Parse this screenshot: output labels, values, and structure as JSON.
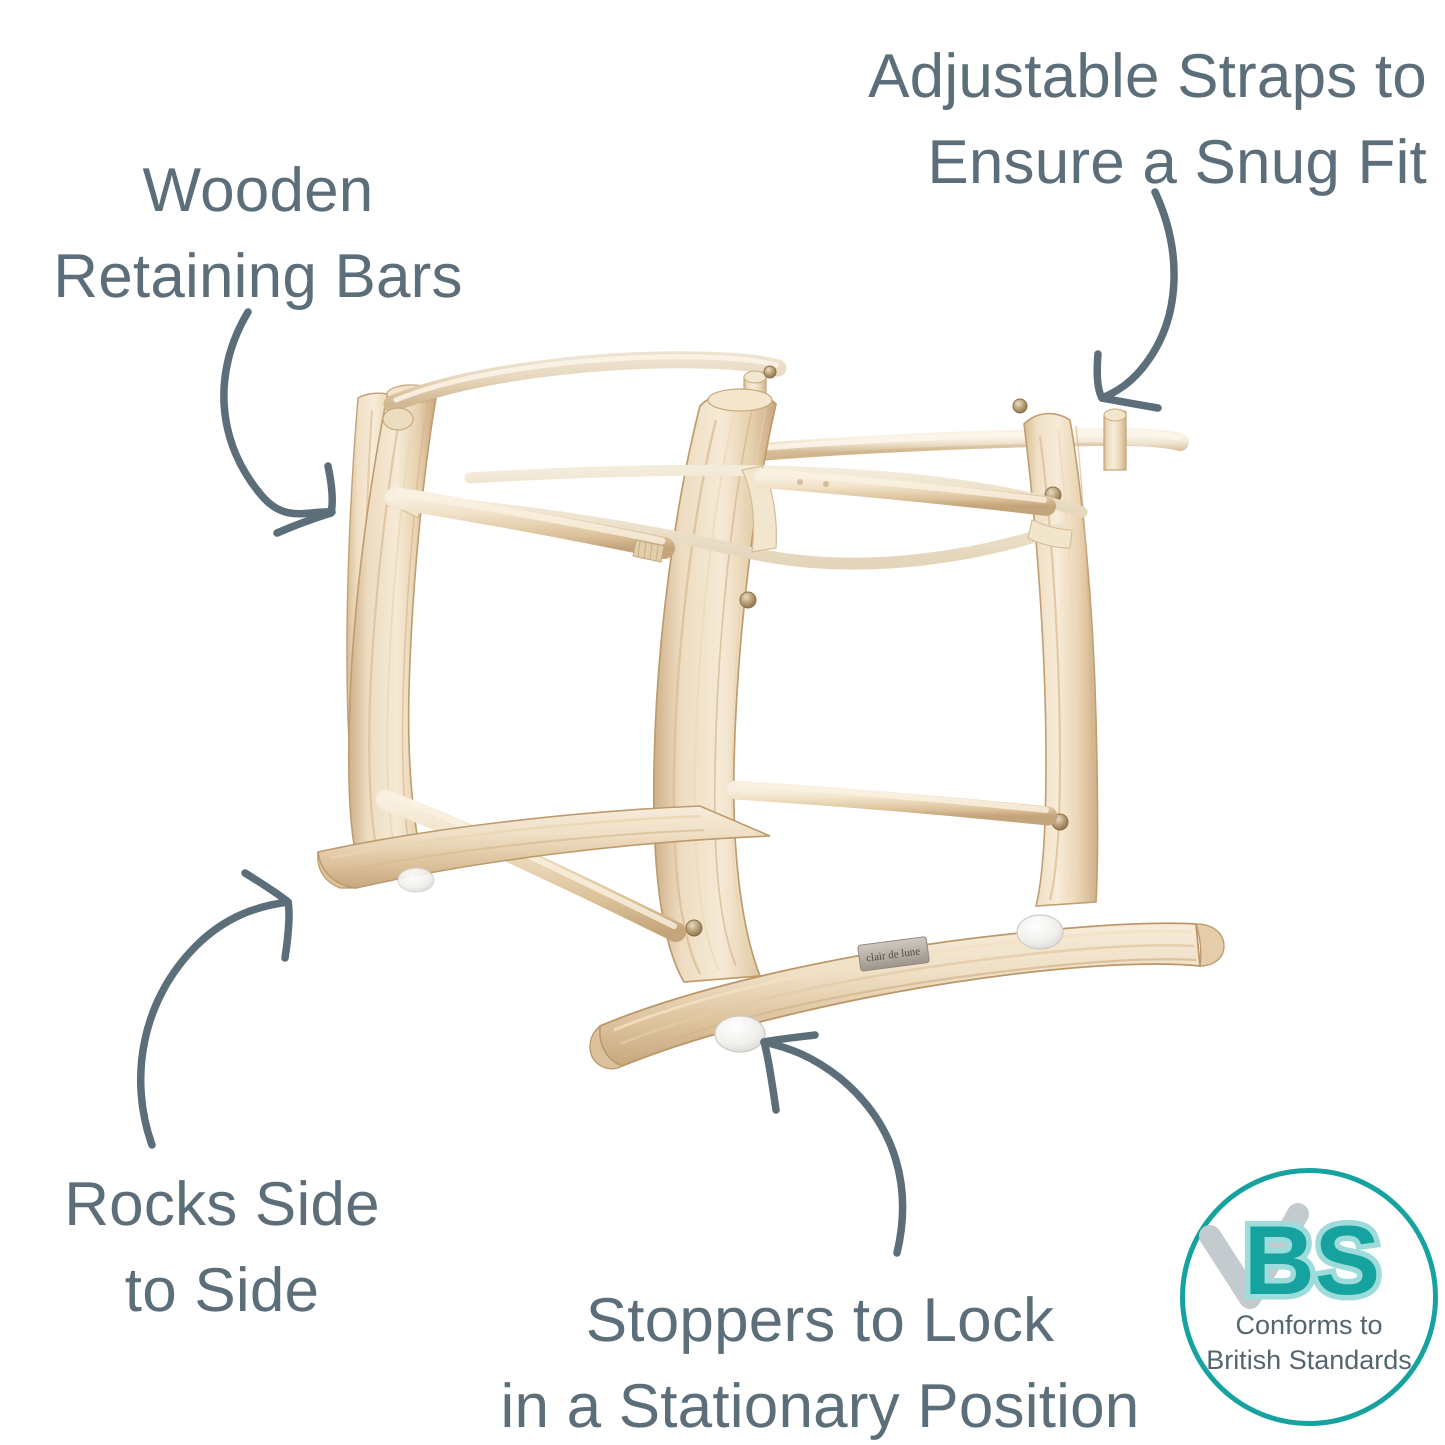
{
  "page": {
    "background_color": "#ffffff",
    "text_color": "#5c6e79",
    "accent_teal": "#16a3a0",
    "accent_teal_light": "#7fd1cf",
    "check_grey": "#c7cdd1",
    "wood_light": "#f2e2cb",
    "wood_mid": "#e3cda9",
    "wood_dark": "#c9ad82",
    "strap_color": "#f5ead5",
    "stopper_color": "#f4f4f2",
    "screw_color": "#b09a74"
  },
  "annotations": [
    {
      "id": "wooden-retaining-bars",
      "text": "Wooden\nRetaining Bars"
    },
    {
      "id": "adjustable-straps",
      "text": "Adjustable Straps to\nEnsure a Snug Fit"
    },
    {
      "id": "rocks-side-to-side",
      "text": "Rocks Side\nto Side"
    },
    {
      "id": "stoppers-to-lock",
      "text": "Stoppers to Lock\nin a Stationary Position"
    }
  ],
  "product": {
    "name": "wooden rocking moses basket stand",
    "brand_plaque_text": "clair de lune",
    "material": "natural wood"
  },
  "badge": {
    "mark_letters": "BS",
    "check_letter": "v",
    "caption": "Conforms to\nBritish Standards"
  }
}
